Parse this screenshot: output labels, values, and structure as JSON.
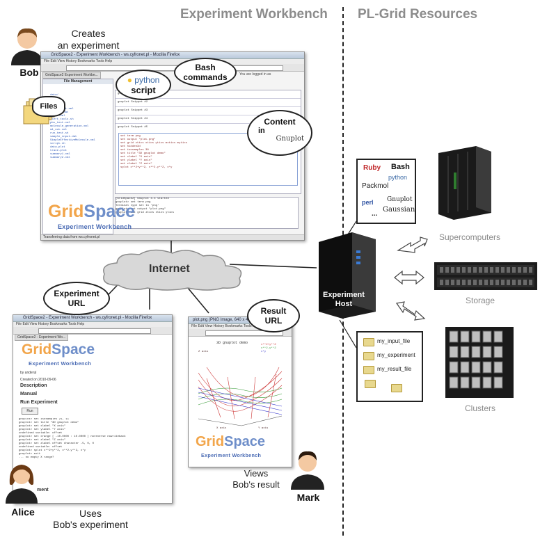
{
  "headers": {
    "workbench": "Experiment Workbench",
    "resources": "PL-Grid Resources"
  },
  "people": {
    "bob": {
      "name": "Bob",
      "caption": "Creates\nan experiment"
    },
    "alice": {
      "name": "Alice",
      "caption": "Uses\nBob's experiment"
    },
    "mark": {
      "name": "Mark",
      "caption": "Views\nBob's result"
    }
  },
  "bubbles": {
    "python": {
      "line1": "python",
      "line2": "script"
    },
    "bash": {
      "line1": "Bash",
      "line2": "commands"
    },
    "files": "Files",
    "content": {
      "line1": "Content",
      "line2": "in",
      "line3": "Gnuplot"
    },
    "experiment_url": {
      "line1": "Experiment",
      "line2": "URL"
    },
    "result_url": {
      "line1": "Result",
      "line2": "URL"
    }
  },
  "cloud": "Internet",
  "host": {
    "line1": "Experiment",
    "line2": "Host"
  },
  "software": [
    "Ruby",
    "Bash",
    "python",
    "Packmol",
    "perl",
    "Gnuplot",
    "Gaussian",
    "..."
  ],
  "host_files": [
    "my_input_file",
    "my_experiment",
    "my_result_file"
  ],
  "resources": {
    "supercomputers": "Supercomputers",
    "storage": "Storage",
    "clusters": "Clusters"
  },
  "gridspace": {
    "grid": "Grid",
    "space": "Space",
    "sub": "Experiment Workbench"
  },
  "bob_window": {
    "title": "GridSpace2 - Experiment Workbench - ws.cyfronet.pl - Mozilla Firefox",
    "menu": "File  Edit  View  History  Bookmarks  Tools  Help",
    "tab": "GridSpace2 Experiment Workbe...",
    "file_panel_title": "File Management",
    "files": [
      "data/",
      "doc/",
      "dat1.png",
      "dat2.png",
      "experiment.xml",
      "results.dat",
      "rules.xml",
      "alert_tools.sh",
      "pbs_test.xml",
      "molecule_generation.xml",
      "m1_out.xml",
      "run_test.sh",
      "sample_input.dat",
      "SimpleEffectiveMolecule.xml",
      "script.sh",
      "data.plot",
      "trace.plot",
      "summary1.xml",
      "summary2.xml"
    ],
    "snippets": [
      "gnuplot Snippet #1",
      "gnuplot Snippet #2",
      "gnuplot Snippet #3",
      "gnuplot Snippet #4",
      "gnuplot Snippet #5"
    ],
    "logged": "You are logged in as",
    "code": "set term png\nset output \"plot.png\"\nset grid ztics xtics ytics mxtics mytics\nset hidden3d\nset isosamples 30\nset title \"3D gnuplot demo\"\nset xlabel \"X axis\"\nset ylabel \"Y axis\"\nset zlabel \"Z axis\"\nsplot x**2+y**2, x**2-y**2, x*y",
    "console": "[GridSpace2] Gnuplot 4.4 started\ngnuplot> set term png\nTerminal type set to 'png'\ngnuplot> set output \"plot.png\"\ngnuplot> set grid ztics xtics ytics",
    "status": "Transferring data from ws.cyfronet.pl"
  },
  "alice_window": {
    "title": "GridSpace2 - Experiment Workbench - ws.cyfronet.pl - Mozilla Firefox",
    "menu": "File  Edit  View  History  Bookmarks  Tools  Help",
    "tab": "GridSpace2 - Experiment Wo...",
    "author": "by anderul",
    "created": "Created on 2010-09-06",
    "sections": [
      "Description",
      "Manual",
      "Run Experiment"
    ],
    "run_button": "Run",
    "console": "gnuplot> set isosamples 21, 11\ngnuplot> set title \"3D gnuplot demo\"\ngnuplot> set xlabel \"X axis\"\ngnuplot> set ylabel \"Y axis\"\nundefined variable: offset\ngnuplot> set xrange [ -10.0000 : 10.0000 ] noreverse nowriteback\ngnuplot> set zlabel \"Z axis\"\ngnuplot> set zlabel offset character -5, 0, 0\nundefined variable: offset\ngnuplot> splot x**2+y**2, x**2-y**2, x*y\ngnuplot> exit\n... no empty X range?",
    "last_word": "ment"
  },
  "mark_window": {
    "title": "plot.png (PNG Image, 640 x 480 pixels) - Mozilla Firefox",
    "menu": "File  Edit  View  History  Bookmarks  Tools  Help",
    "plot_title": "3D gnuplot demo",
    "legend": [
      "x**2+y**2",
      "x**2-y**2",
      "x*y"
    ],
    "axis": {
      "x": "X axis",
      "y": "Y axis",
      "z": "Z axis"
    }
  },
  "colors": {
    "header": "#8c8c8c",
    "grid_orange": "#f2a54a",
    "grid_blue": "#6e8ec9",
    "host_blue": "#3a7bd5"
  }
}
